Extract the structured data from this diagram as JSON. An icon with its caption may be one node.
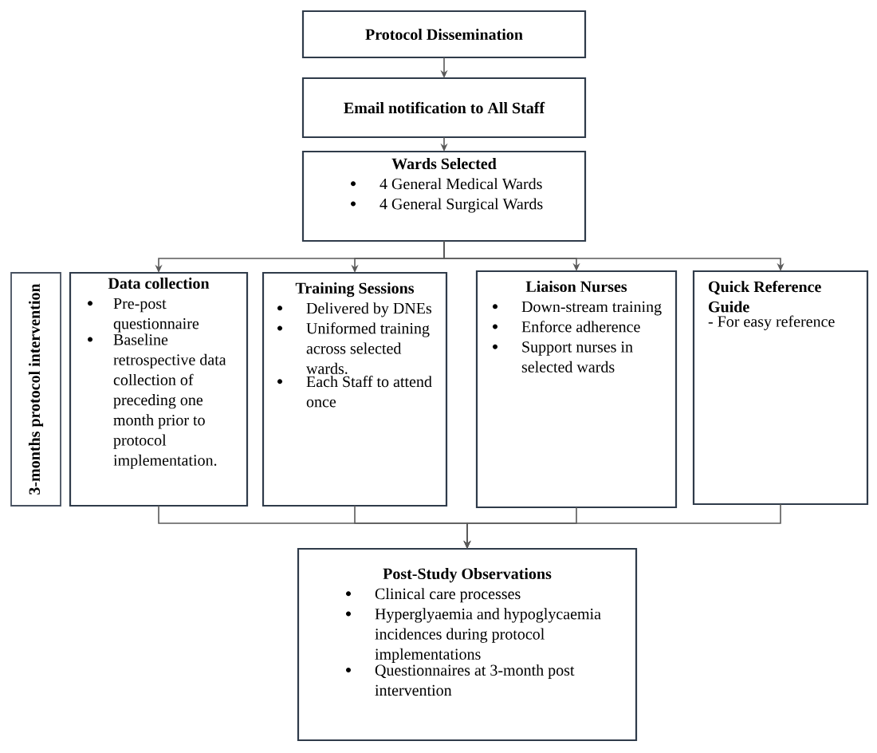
{
  "diagram": {
    "nodes": [
      {
        "text": [
          "Protocol Dissemination"
        ]
      },
      {
        "text": [
          "Email notification to All Staff"
        ]
      },
      {
        "text": [
          "Wards Selected",
          "4 General Medical Wards",
          "4 General Surgical Wards"
        ]
      },
      {
        "text": [
          "3-months protocol intervention"
        ]
      },
      {
        "text": [
          "Data collection",
          "Pre-post questionnaire",
          "Baseline retrospective data collection of preceding one month prior to protocol implementation."
        ]
      },
      {
        "text": [
          "Training Sessions",
          "Delivered by DNEs",
          "Uniformed training across selected wards.",
          "Each Staff to attend once"
        ]
      },
      {
        "text": [
          "Liaison Nurses",
          "Down-stream training",
          "Enforce adherence",
          "Support nurses in selected wards"
        ]
      },
      {
        "text": [
          "Quick Reference Guide",
          "- For easy reference"
        ]
      },
      {
        "text": [
          "Post-Study Observations",
          "Clinical care processes",
          "Hyperglyaemia and hypoglycaemia incidences during protocol implementations",
          "Questionnaires at 3-month post intervention"
        ]
      }
    ],
    "edges": [
      {
        "from": 0,
        "to": 1,
        "arrow": "to"
      },
      {
        "from": 1,
        "to": 2,
        "arrow": "to"
      },
      {
        "from": 2,
        "to": 4,
        "arrow": "to"
      },
      {
        "from": 2,
        "to": 5,
        "arrow": "to"
      },
      {
        "from": 2,
        "to": 6,
        "arrow": "to"
      },
      {
        "from": 2,
        "to": 7,
        "arrow": "to"
      },
      {
        "from": 4,
        "to": 8,
        "arrow": "to"
      },
      {
        "from": 5,
        "to": 8,
        "arrow": "to"
      },
      {
        "from": 6,
        "to": 8,
        "arrow": "to"
      },
      {
        "from": 7,
        "to": 8,
        "arrow": "to"
      }
    ]
  }
}
